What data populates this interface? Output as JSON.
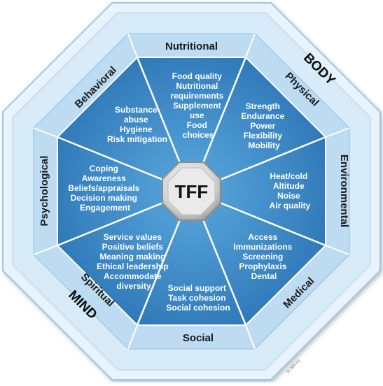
{
  "center_label": "TFF",
  "domain_labels": {
    "body": "BODY",
    "mind": "MIND"
  },
  "categories": [
    {
      "key": "nutritional",
      "label": "Nutritional",
      "items": [
        "Food quality",
        "Nutritional",
        "requirements",
        "Supplement",
        "use",
        "Food",
        "choices"
      ]
    },
    {
      "key": "physical",
      "label": "Physical",
      "items": [
        "Strength",
        "Endurance",
        "Power",
        "Flexibility",
        "Mobility"
      ]
    },
    {
      "key": "environmental",
      "label": "Environmental",
      "items": [
        "Heat/cold",
        "Altitude",
        "Noise",
        "Air quality"
      ]
    },
    {
      "key": "medical",
      "label": "Medical",
      "items": [
        "Access",
        "Immunizations",
        "Screening",
        "Prophylaxis",
        "Dental"
      ]
    },
    {
      "key": "social",
      "label": "Social",
      "items": [
        "Social support",
        "Task cohesion",
        "Social cohesion"
      ]
    },
    {
      "key": "spiritual",
      "label": "Spiritual",
      "items": [
        "Service values",
        "Positive beliefs",
        "Meaning making",
        "Ethical leadership",
        "Accommodate",
        "diversity"
      ]
    },
    {
      "key": "psychological",
      "label": "Psychological",
      "items": [
        "Coping",
        "Awareness",
        "Beliefs/appraisals",
        "Decision making",
        "Engagement"
      ]
    },
    {
      "key": "behavioral",
      "label": "Behavioral",
      "items": [
        "Substance",
        "abuse",
        "Hygiene",
        "Risk mitigation"
      ]
    }
  ],
  "stamp": "11.505.01",
  "colors": {
    "segment_fill": "#3f8fcd",
    "segment_dark": "#2a6fae",
    "band_fill": "#bcdcf2",
    "frame_fill": "#e6f2fb",
    "divider": "#ffffff",
    "hub_fill": "#d9d9d9"
  }
}
